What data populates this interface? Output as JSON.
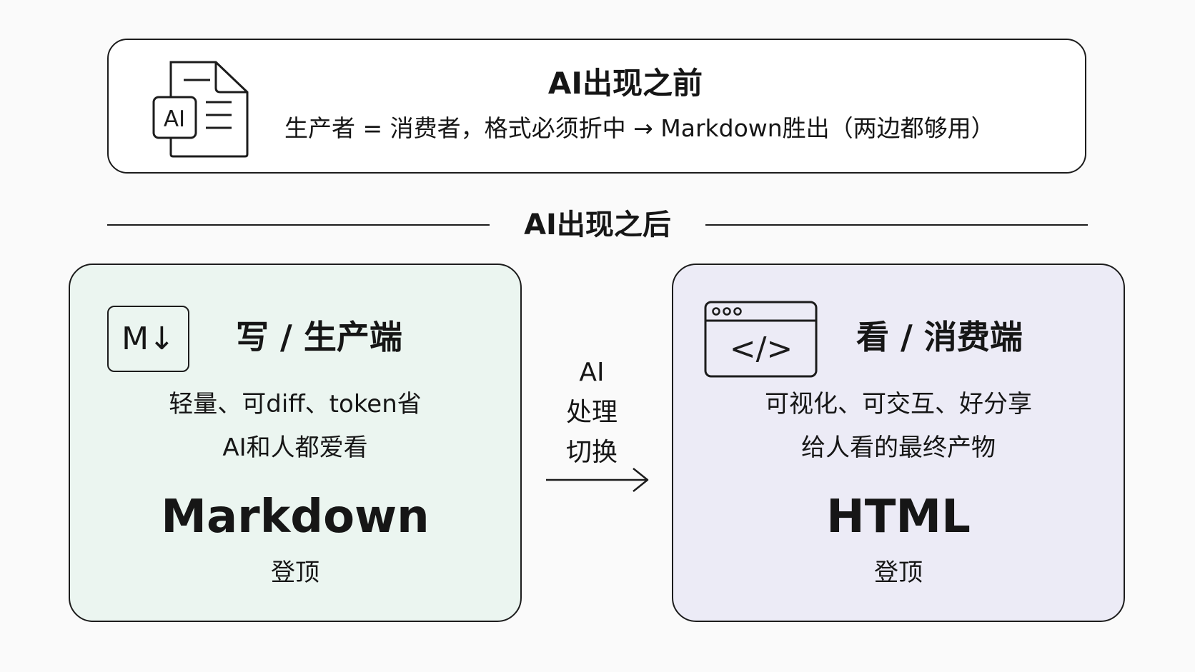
{
  "top": {
    "icon_text": "AI",
    "title": "AI出现之前",
    "description": "生产者 = 消费者，格式必须折中 → Markdown胜出（两边都够用）"
  },
  "divider": {
    "label": "AI出现之后"
  },
  "left_card": {
    "badge": "M↓",
    "title": "写 / 生产端",
    "line1": "轻量、可diff、token省",
    "line2": "AI和人都爱看",
    "name": "Markdown",
    "footer": "登顶"
  },
  "transition": {
    "line1": "AI",
    "line2": "处理",
    "line3": "切换"
  },
  "right_card": {
    "icon_text": "</>",
    "title": "看 / 消费端",
    "line1": "可视化、可交互、好分享",
    "line2": "给人看的最终产物",
    "name": "HTML",
    "footer": "登顶"
  },
  "colors": {
    "stroke": "#1c1c1c",
    "left_card_bg": "#ebf5f0",
    "right_card_bg": "#ecebf6",
    "page_bg": "#fafafa"
  },
  "icons": {
    "top": "ai-document-icon",
    "left": "markdown-icon",
    "right": "browser-code-icon",
    "transition": "arrow-right-icon"
  }
}
